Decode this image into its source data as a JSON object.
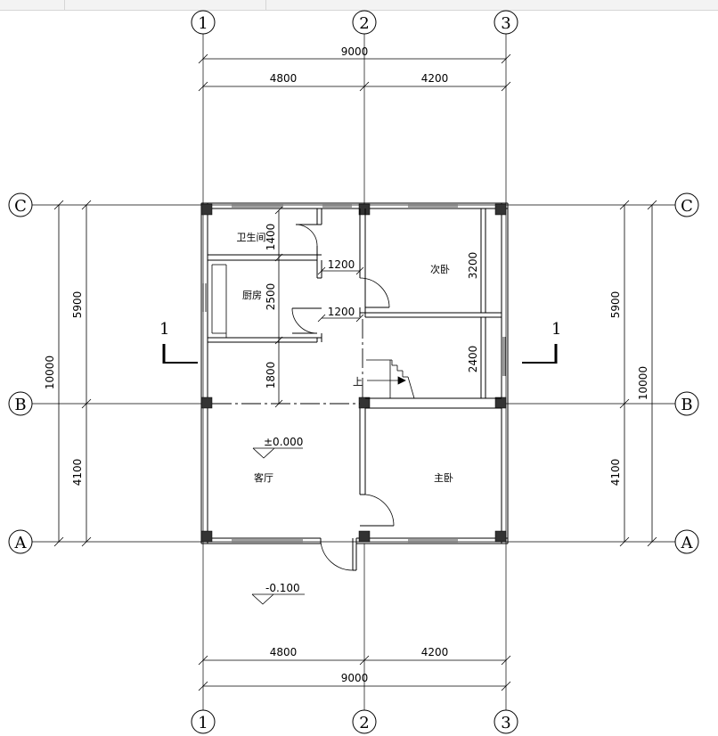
{
  "window": {
    "tabs": [
      "",
      ""
    ]
  },
  "plan": {
    "axes_vertical": [
      "1",
      "2",
      "3"
    ],
    "axes_horizontal": [
      "C",
      "B",
      "A"
    ],
    "dims_top": {
      "total": "9000",
      "seg1": "4800",
      "seg2": "4200"
    },
    "dims_bottom": {
      "total": "9000",
      "seg1": "4800",
      "seg2": "4200"
    },
    "dims_left": {
      "total": "10000",
      "upper": "5900",
      "lower": "4100"
    },
    "dims_right": {
      "total": "10000",
      "upper": "5900",
      "lower": "4100"
    },
    "dims_inner": {
      "bath_height": "1400",
      "kitchen_height": "2500",
      "hall_height": "1800",
      "corridor_top": "1200",
      "corridor_bottom": "1200",
      "second_bed_height": "3200",
      "stair_height": "2400"
    },
    "rooms": {
      "bathroom": "卫生间",
      "kitchen": "厨房",
      "second_bedroom": "次卧",
      "living_room": "客厅",
      "master_bedroom": "主卧"
    },
    "section_mark": "1",
    "stair_label": "上",
    "elevations": {
      "floor": "±0.000",
      "outside": "-0.100"
    }
  }
}
